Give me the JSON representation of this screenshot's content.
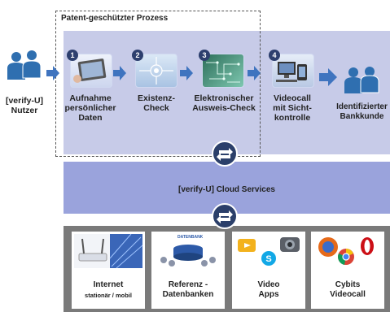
{
  "process_label": "Patent-geschützter Prozess",
  "user_label": "[verify-U]\nNutzer",
  "customer_label": "Identifizierter\nBankkunde",
  "steps": [
    {
      "number": "1",
      "label": "Aufnahme\npersönlicher\nDaten"
    },
    {
      "number": "2",
      "label": "Existenz-\nCheck"
    },
    {
      "number": "3",
      "label": "Elektronischer\nAusweis-Check"
    },
    {
      "number": "4",
      "label": "Videocall\nmit Sicht-\nkontrolle"
    }
  ],
  "cloud_label": "[verify-U] Cloud Services",
  "services": [
    {
      "title": "Internet",
      "subtitle": "stationär / mobil"
    },
    {
      "title": "Referenz -\nDatenbanken",
      "subtitle": ""
    },
    {
      "title": "Video\nApps",
      "subtitle": ""
    },
    {
      "title": "Cybits\nVideocall",
      "subtitle": ""
    }
  ],
  "database_caption": "DATENBANK",
  "colors": {
    "band": "#c7cbe8",
    "cloud": "#9aa3dc",
    "arrow": "#3f74bf",
    "people": "#2f6fb0",
    "dark": "#2b3f6a"
  }
}
